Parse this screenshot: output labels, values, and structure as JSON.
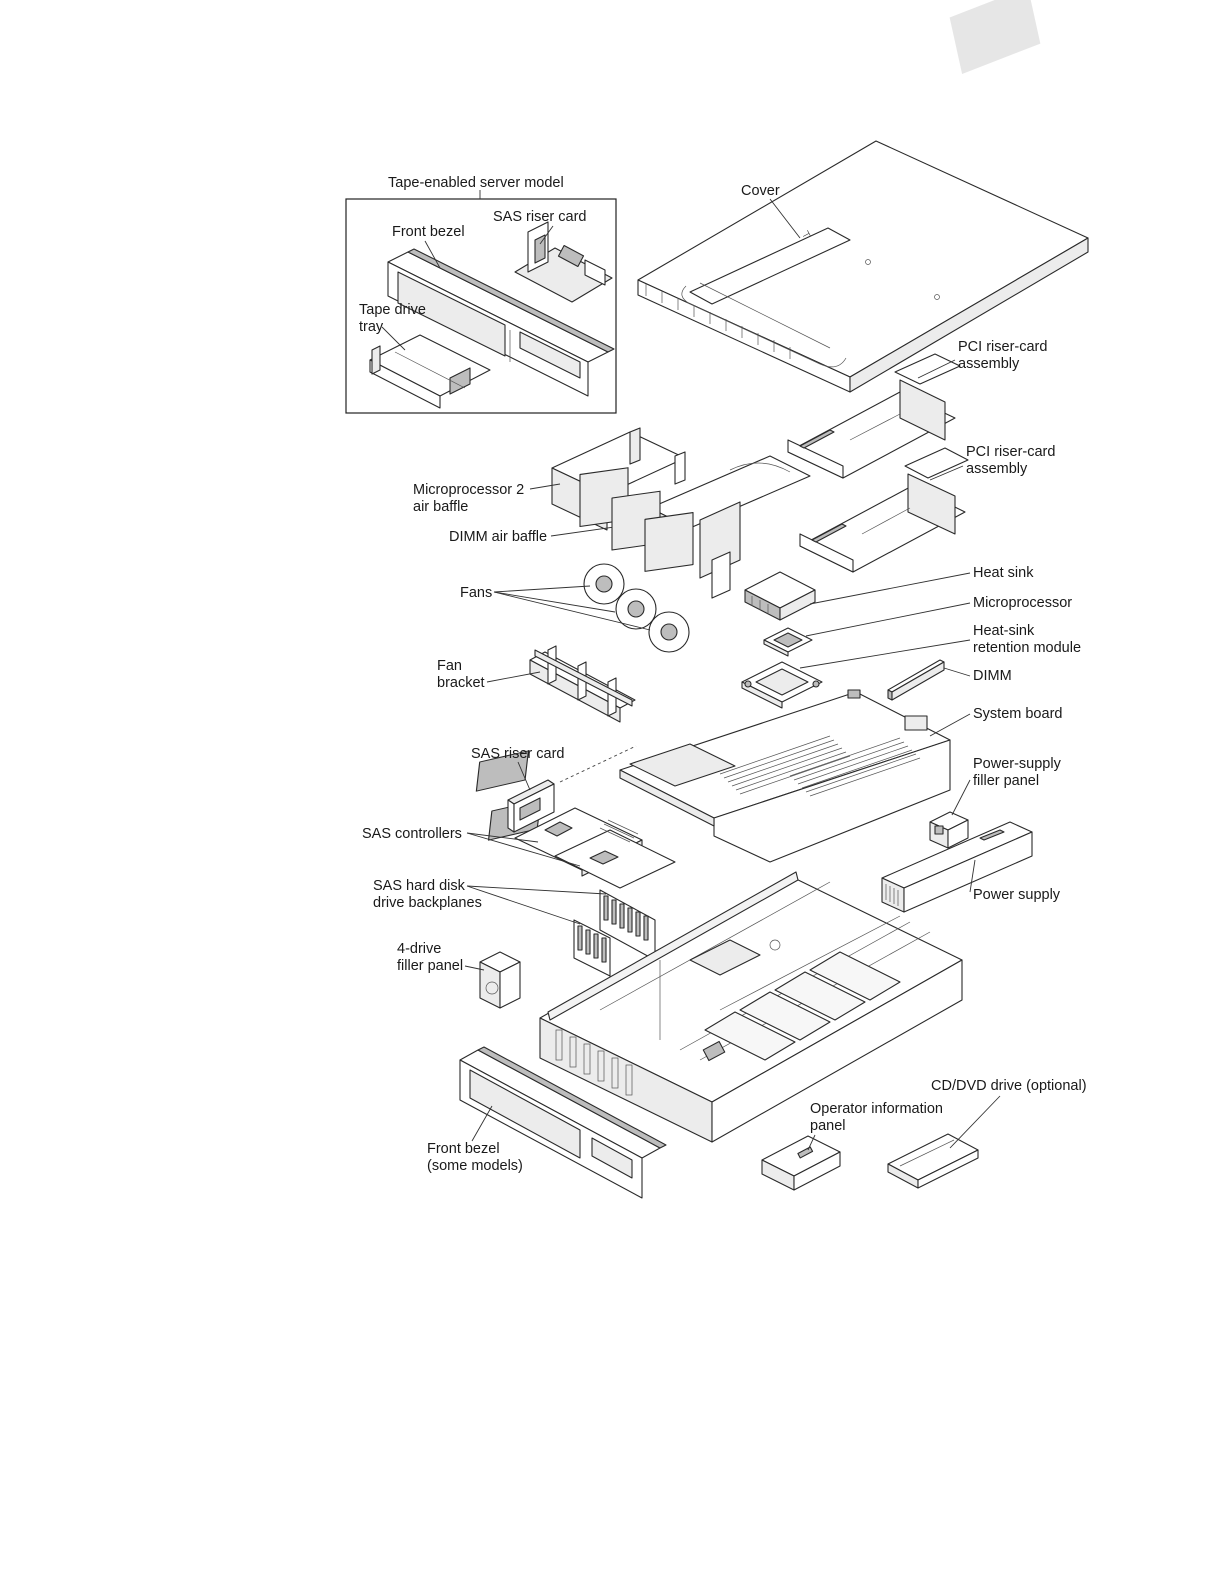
{
  "diagram": {
    "labels": {
      "tape_enabled_server_model": "Tape-enabled server model",
      "inset_front_bezel": "Front bezel",
      "inset_sas_riser_card": "SAS riser card",
      "tape_drive_tray_l1": "Tape drive",
      "tape_drive_tray_l2": "tray",
      "cover": "Cover",
      "pci_riser_1_l1": "PCI riser-card",
      "pci_riser_1_l2": "assembly",
      "pci_riser_2_l1": "PCI riser-card",
      "pci_riser_2_l2": "assembly",
      "microprocessor_2_air_baffle_l1": "Microprocessor 2",
      "microprocessor_2_air_baffle_l2": "air baffle",
      "dimm_air_baffle": "DIMM air baffle",
      "fans": "Fans",
      "heat_sink": "Heat sink",
      "microprocessor": "Microprocessor",
      "heat_sink_retention_l1": "Heat-sink",
      "heat_sink_retention_l2": "retention module",
      "fan_bracket_l1": "Fan",
      "fan_bracket_l2": "bracket",
      "dimm": "DIMM",
      "system_board": "System board",
      "sas_riser_card": "SAS riser card",
      "power_supply_filler_l1": "Power-supply",
      "power_supply_filler_l2": "filler panel",
      "sas_controllers": "SAS controllers",
      "sas_backplanes_l1": "SAS hard disk",
      "sas_backplanes_l2": "drive backplanes",
      "power_supply": "Power supply",
      "four_drive_filler_l1": "4-drive",
      "four_drive_filler_l2": "filler panel",
      "cd_dvd_drive": "CD/DVD drive (optional)",
      "operator_panel_l1": "Operator information",
      "operator_panel_l2": "panel",
      "front_bezel_l1": "Front bezel",
      "front_bezel_l2": "(some models)"
    }
  }
}
